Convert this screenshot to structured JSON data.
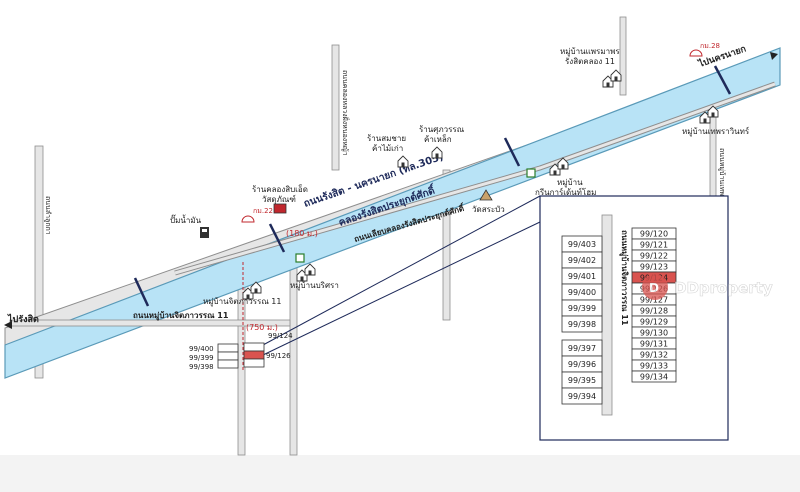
{
  "colors": {
    "canal": "#b8e3f6",
    "canal_edge": "#5a9ab8",
    "road": "#e6e6e6",
    "road_edge": "#8e8e8e",
    "red": "#c0272d",
    "highlight": "#d9534f",
    "navy": "#1e2a5a",
    "text": "#222222",
    "watermark": "#dcdcdc"
  },
  "labels": {
    "to_rangsit": "ไปรังสิต",
    "to_nakhon_nayok": "ไปนครนายก",
    "highway": "ถนนรังสิต - นครนายก (ทล.305)",
    "canal": "คลองรังสิตประยุกต์ศักดิ์",
    "canal_side_road": "ถนนเลียบคลองรังสิตประยุกต์ศักดิ์",
    "left_road": "ถนนลำลูกกา",
    "mid_road": "ถนนคลองหลวงฝั่งหนองหญ้า",
    "right_road": "ถนนหมู่บ้านเทพราวินทร์",
    "village_road": "ถนนหมู่บ้านจิตภาวรรณ 11",
    "inset_road": "ถนนหมู่บ้านจิตภาวรรณ 11",
    "dist_180": "(180 ม.)",
    "dist_750": "(750 ม.)",
    "km_22": "กม.22",
    "km_28": "กม.28",
    "watermark": "DDproperty"
  },
  "places": {
    "gas": "ปั๊มน้ำมัน",
    "shop_7_line1": "ร้านคลองสิบเอ็ด",
    "shop_7_line2": "วัสดุภัณฑ์",
    "village_jit": "หมู่บ้านจิตภาวรรณ 11",
    "village_borisra": "หมู่บ้านบริศรา",
    "shop_wood_line1": "ร้านสมชาย",
    "shop_wood_line2": "ค้าไม้เก่า",
    "shop_steel_line1": "ร้านศุภวรรณ",
    "shop_steel_line2": "ค้าเหล็ก",
    "temple": "วัดสระบัว",
    "village_green_line1": "หมู่บ้าน",
    "village_green_line2": "กรีนการ์เด้นท์โฮม",
    "village_phrapat_line1": "หมู่บ้านแพรมาพร",
    "village_phrapat_line2": "รังสิตคลอง 11",
    "village_thep": "หมู่บ้านเทพราวินทร์"
  },
  "small_plots": {
    "left": [
      "99/400",
      "99/399",
      "99/398"
    ],
    "right_top": "99/124",
    "right_bottom": "99/126"
  },
  "inset": {
    "left_plots": [
      "99/403",
      "99/402",
      "99/401",
      "99/400",
      "99/399",
      "99/398",
      "99/397",
      "99/396",
      "99/395",
      "99/394"
    ],
    "right_plots": [
      "99/120",
      "99/121",
      "99/122",
      "99/123",
      "99/124",
      "99/126",
      "99/127",
      "99/128",
      "99/129",
      "99/130",
      "99/131",
      "99/132",
      "99/133",
      "99/134"
    ],
    "highlight_plot": "99/124"
  }
}
